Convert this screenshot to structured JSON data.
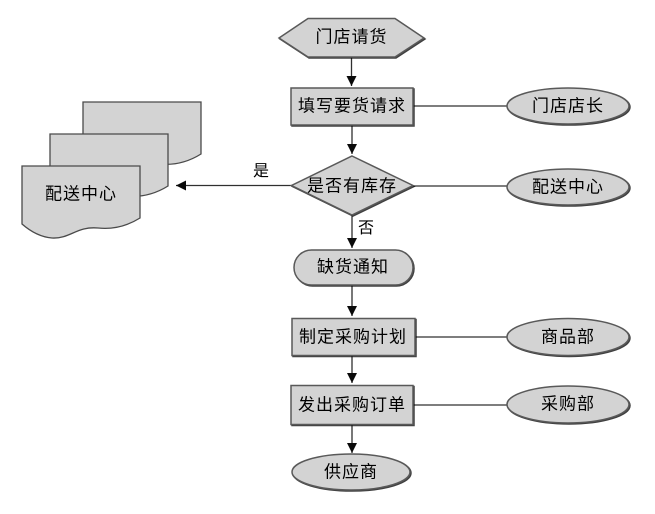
{
  "diagram": {
    "type": "flowchart",
    "background": "#ffffff",
    "colors": {
      "shape_fill": "#d3d3d3",
      "shape_border": "#595959",
      "connector": "#303030",
      "text": "#000000"
    },
    "nodes": {
      "start": {
        "shape": "hexagon",
        "label": "门店请货"
      },
      "fill_request": {
        "shape": "process",
        "label": "填写要货请求"
      },
      "store_manager": {
        "shape": "ellipse",
        "label": "门店店长"
      },
      "stock_decision": {
        "shape": "decision",
        "label": "是否有库存"
      },
      "distribution_center": {
        "shape": "ellipse",
        "label": "配送中心"
      },
      "distribution_center_docs": {
        "shape": "multi_document",
        "label": "配送中心"
      },
      "stockout_notice": {
        "shape": "terminator",
        "label": "缺货通知"
      },
      "make_purchase_plan": {
        "shape": "process",
        "label": "制定采购计划"
      },
      "merchandise_dept": {
        "shape": "ellipse",
        "label": "商品部"
      },
      "issue_purchase_order": {
        "shape": "process",
        "label": "发出采购订单"
      },
      "purchasing_dept": {
        "shape": "ellipse",
        "label": "采购部"
      },
      "supplier": {
        "shape": "ellipse",
        "label": "供应商"
      }
    },
    "edge_labels": {
      "yes": "是",
      "no": "否"
    }
  }
}
